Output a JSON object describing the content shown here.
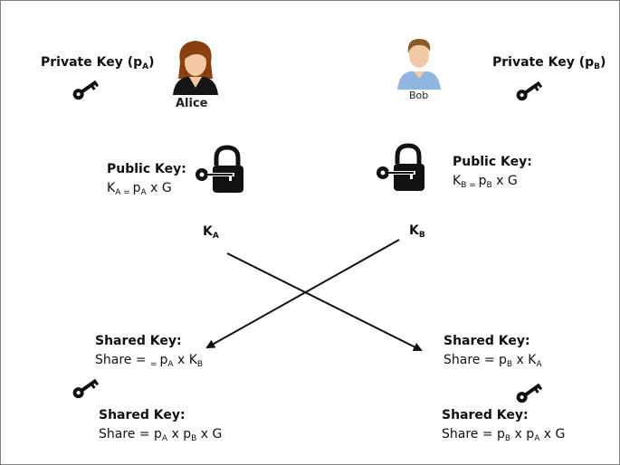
{
  "alice": {
    "name": "Alice",
    "private_key_label": "Private Key (p",
    "private_key_sub": "A",
    "private_key_close": ")",
    "public_key_label": "Public Key:",
    "public_formula": {
      "k": "K",
      "k_sub": "A",
      "eq": " = ",
      "p": "p",
      "p_sub": "A",
      "rest": " x G"
    },
    "key_name": "K",
    "key_sub": "A",
    "shared_label_1": "Shared Key:",
    "shared_formula_1": {
      "pre": "Share = ",
      "eq": "= ",
      "p": "p",
      "p_sub": "A",
      "x": " x ",
      "k": "K",
      "k_sub": "B"
    },
    "shared_label_2": "Shared Key:",
    "shared_formula_2": {
      "pre": "Share = ",
      "p1": "p",
      "p1_sub": "A",
      "x1": " x ",
      "p2": "p",
      "p2_sub": "B",
      "rest": " x G"
    }
  },
  "bob": {
    "name": "Bob",
    "private_key_label": "Private Key (p",
    "private_key_sub": "B",
    "private_key_close": ")",
    "public_key_label": "Public Key:",
    "public_formula": {
      "k": "K",
      "k_sub": "B",
      "eq": " = ",
      "p": "p",
      "p_sub": "B",
      "rest": " x G"
    },
    "key_name": "K",
    "key_sub": "B",
    "shared_label_1": "Shared Key:",
    "shared_formula_1": {
      "pre": "Share = ",
      "p": "p",
      "p_sub": "B",
      "x": " x ",
      "k": "K",
      "k_sub": "A"
    },
    "shared_label_2": "Shared Key:",
    "shared_formula_2": {
      "pre": "Share = ",
      "p1": "p",
      "p1_sub": "B",
      "x1": " x ",
      "p2": "p",
      "p2_sub": "A",
      "rest": " x G"
    }
  },
  "icons": [
    "key-icon",
    "padlock-icon",
    "alice-avatar-icon",
    "bob-avatar-icon",
    "arrow"
  ],
  "colors": {
    "ink": "#111111",
    "frame": "#7f7f7f",
    "alice_hair": "#8a3f12",
    "bob_shirt": "#8fb6e0",
    "skin": "#f3c9a5"
  }
}
